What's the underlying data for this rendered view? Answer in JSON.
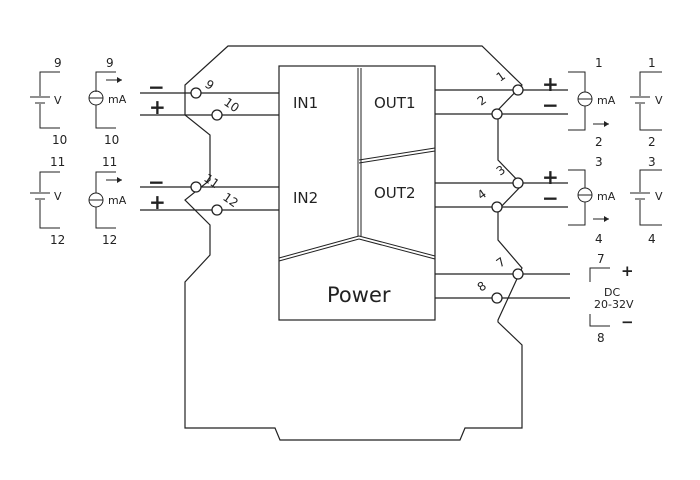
{
  "modules": {
    "in1": "IN1",
    "in2": "IN2",
    "out1": "OUT1",
    "out2": "OUT2",
    "power": "Power"
  },
  "terminals": {
    "t1": "1",
    "t2": "2",
    "t3": "3",
    "t4": "4",
    "t7": "7",
    "t8": "8",
    "t9": "9",
    "t10": "10",
    "t11": "11",
    "t12": "12"
  },
  "signs": {
    "plus": "+",
    "minus": "−"
  },
  "legend": {
    "volt": "V",
    "milliamp": "mA",
    "supply_type": "DC",
    "supply_range": "20-32V"
  }
}
